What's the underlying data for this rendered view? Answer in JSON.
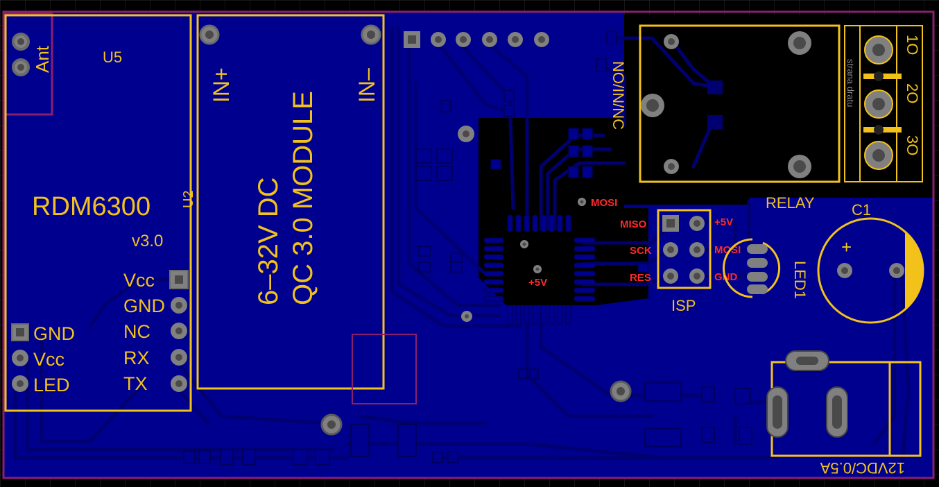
{
  "colors": {
    "background": "#000000",
    "pour": "#00008f",
    "trace": "#000070",
    "silkscreen": "#f2c21b",
    "pads": "#808080",
    "outline": "#8a1f6e",
    "red_labels": "#ff2a2a"
  },
  "u5": {
    "designator": "U5",
    "ant_label": "Ant",
    "pins": [
      "GND",
      "Vcc",
      "LED"
    ]
  },
  "u2": {
    "designator": "U2",
    "name": "RDM6300",
    "version": "v3.0",
    "pins": [
      "Vcc",
      "GND",
      "NC",
      "RX",
      "TX"
    ]
  },
  "power_module": {
    "in_plus": "IN+",
    "in_minus": "IN–",
    "line1": "6–32V DC",
    "line2": "QC 3.0 MODULE"
  },
  "relay": {
    "label": "RELAY",
    "contacts": "NO/IN/NC"
  },
  "terminal": {
    "pins": [
      "1O",
      "2O",
      "3O"
    ],
    "caption": "strana dratu"
  },
  "capacitor": {
    "designator": "C1",
    "plus": "+"
  },
  "isp": {
    "label": "ISP",
    "left_pins": [
      "MISO",
      "SCK",
      "RES"
    ],
    "right_pins": [
      "+5V",
      "MOSI",
      "GND"
    ]
  },
  "mcu_labels": {
    "mosi": "MOSI",
    "plus5v": "+5V"
  },
  "led": {
    "designator": "LED1"
  },
  "dc_jack": {
    "rating": "12VDC/0.5A"
  }
}
